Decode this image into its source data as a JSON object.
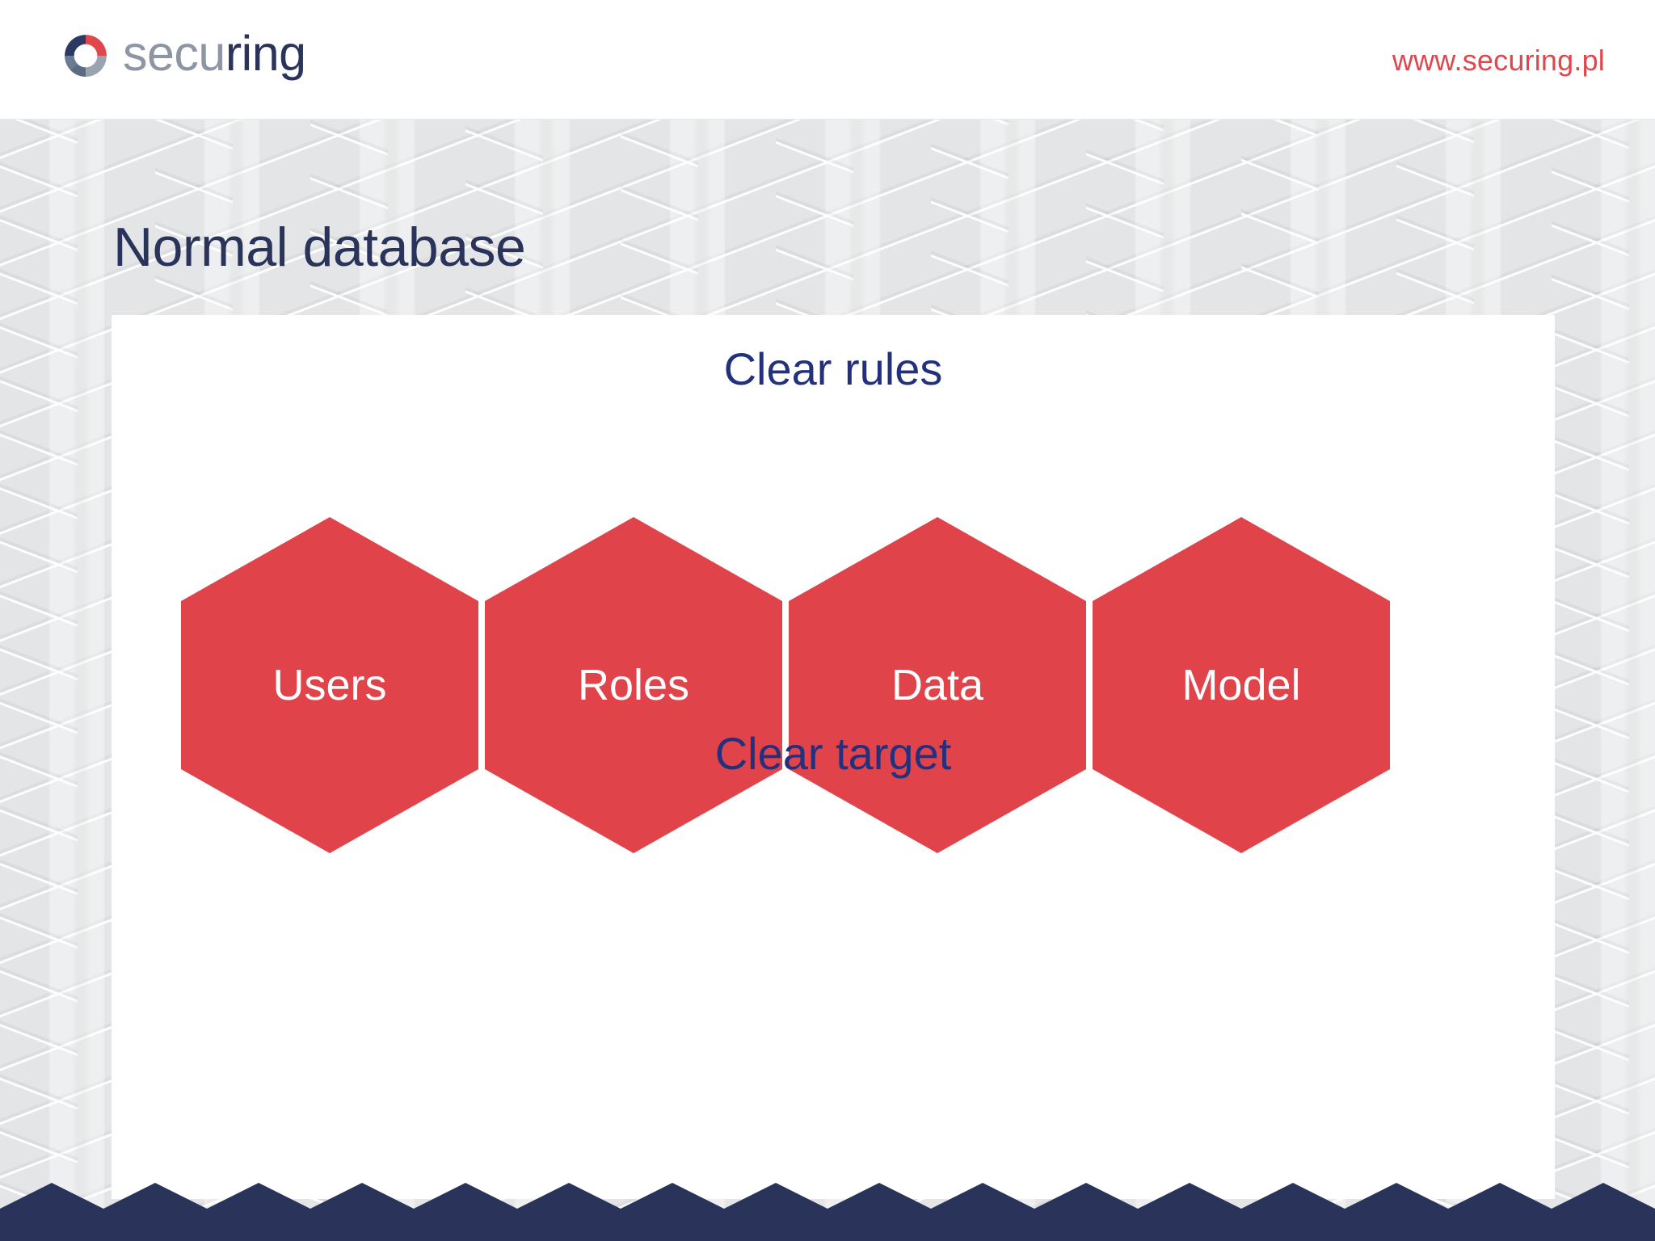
{
  "header": {
    "logo_text_primary": "secu",
    "logo_text_secondary": "ring",
    "logo_icon": "securing-ring-logo",
    "url": "www.securing.pl",
    "url_color": "#e0474d",
    "logo_ring_colors": {
      "top_left": "#2c3a63",
      "top_right": "#e0474d",
      "bottom_right": "#9aa3b0",
      "bottom_left": "#5a6b84"
    }
  },
  "slide": {
    "title": "Normal database",
    "title_color": "#2a3359",
    "background_pattern": "chevron-texture",
    "panel_background": "#ffffff"
  },
  "content": {
    "caption_top": "Clear rules",
    "caption_bottom": "Clear target",
    "caption_color": "#23307e",
    "hexagons": [
      {
        "label": "Users"
      },
      {
        "label": "Roles"
      },
      {
        "label": "Data"
      },
      {
        "label": "Model"
      }
    ],
    "hexagon_fill": "#e04349",
    "hexagon_label_color": "#ffffff"
  },
  "footer": {
    "zigzag_color": "#2a3359",
    "zigzag_peaks": 16
  }
}
